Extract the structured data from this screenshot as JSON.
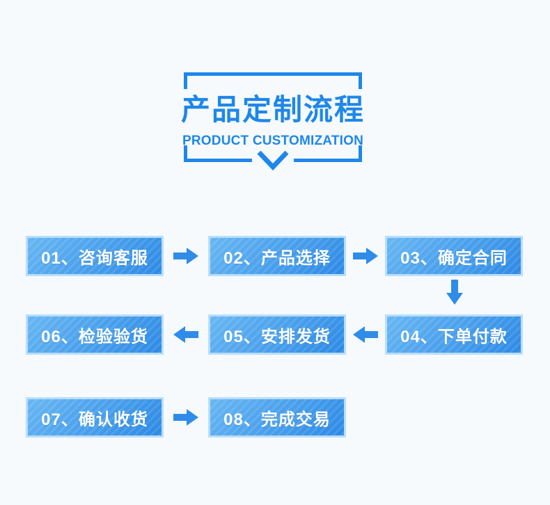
{
  "colors": {
    "background": "#f6fafd",
    "accent": "#1e87e9",
    "box_top": "#68b7f3",
    "box_bottom": "#2c89e5",
    "box_border": "#b9defa",
    "arrow": "#2f8ce8",
    "box_text": "#ffffff"
  },
  "header": {
    "title": "产品定制流程",
    "subtitle": "PRODUCT CUSTOMIZATION"
  },
  "flow": {
    "steps": [
      {
        "label": "01、咨询客服"
      },
      {
        "label": "02、产品选择"
      },
      {
        "label": "03、确定合同"
      },
      {
        "label": "04、下单付款"
      },
      {
        "label": "05、安排发货"
      },
      {
        "label": "06、检验验货"
      },
      {
        "label": "07、确认收货"
      },
      {
        "label": "08、完成交易"
      }
    ]
  }
}
